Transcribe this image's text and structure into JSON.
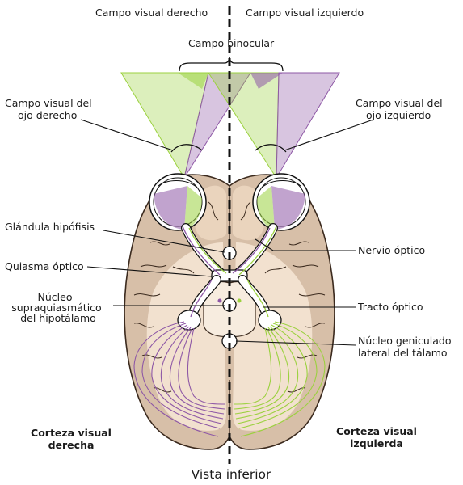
{
  "labels": {
    "right_field": "Campo visual derecho",
    "left_field": "Campo visual izquierdo",
    "binocular": "Campo binocular",
    "right_eye_field_1": "Campo visual del",
    "right_eye_field_2": "ojo derecho",
    "left_eye_field_1": "Campo visual del",
    "left_eye_field_2": "ojo izquierdo",
    "pituitary": "Glándula hipófisis",
    "optic_nerve": "Nervio óptico",
    "chiasm": "Quiasma óptico",
    "scn_1": "Núcleo",
    "scn_2": "supraquiasmático",
    "scn_3": "del hipotálamo",
    "optic_tract": "Tracto óptico",
    "lgn_1": "Núcleo geniculado",
    "lgn_2": "lateral del tálamo",
    "right_cortex_1": "Corteza visual",
    "right_cortex_2": "derecha",
    "left_cortex_1": "Corteza visual",
    "left_cortex_2": "izquierda",
    "view": "Vista inferior"
  },
  "colors": {
    "left_field_green": "#9bd13f",
    "right_field_purple": "#8e58a6",
    "brain_outer": "#d7bfa8",
    "brain_inner": "#f2e1cf"
  }
}
